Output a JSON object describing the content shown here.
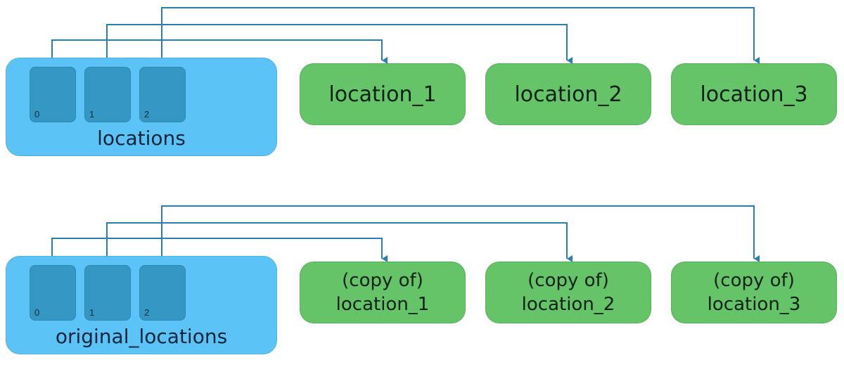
{
  "colors": {
    "list_fill": "#5bc3f6",
    "slot_fill": "#3597c4",
    "object_fill": "#64c467",
    "arrow": "#2a7fb1"
  },
  "top": {
    "list_label": "locations",
    "slots": [
      "0",
      "1",
      "2"
    ],
    "objects": [
      {
        "label": "location_1"
      },
      {
        "label": "location_2"
      },
      {
        "label": "location_3"
      }
    ]
  },
  "bottom": {
    "list_label": "original_locations",
    "slots": [
      "0",
      "1",
      "2"
    ],
    "objects": [
      {
        "line1": "(copy of)",
        "line2": "location_1"
      },
      {
        "line1": "(copy of)",
        "line2": "location_2"
      },
      {
        "line1": "(copy of)",
        "line2": "location_3"
      }
    ]
  }
}
